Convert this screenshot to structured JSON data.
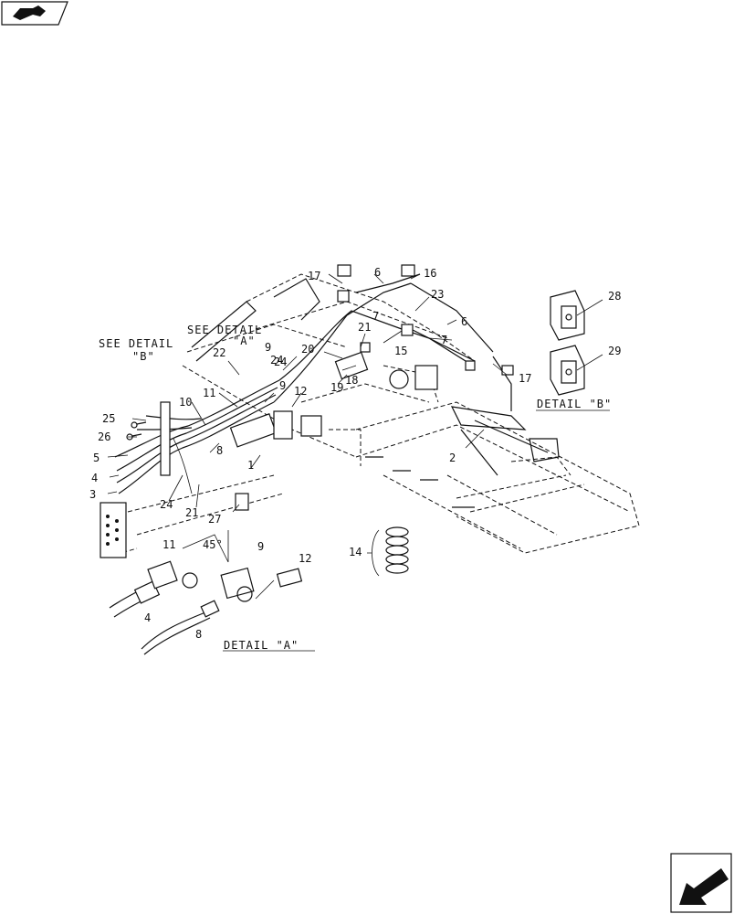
{
  "labels": {
    "see_detail_b": "SEE DETAIL",
    "see_detail_b_ref": "\"B\"",
    "see_detail_a": "SEE DETAIL",
    "see_detail_a_ref": "\"A\"",
    "detail_a": "DETAIL \"A\"",
    "detail_b": "DETAIL \"B\"",
    "angle": "45°"
  },
  "callouts": [
    "1",
    "2",
    "3",
    "4",
    "5",
    "6",
    "6",
    "7",
    "7",
    "8",
    "8",
    "9",
    "9",
    "10",
    "11",
    "11",
    "12",
    "12",
    "14",
    "15",
    "16",
    "17",
    "17",
    "18",
    "19",
    "20",
    "21",
    "21",
    "22",
    "23",
    "24",
    "24",
    "25",
    "26",
    "27",
    "28",
    "29",
    "4",
    "24"
  ]
}
